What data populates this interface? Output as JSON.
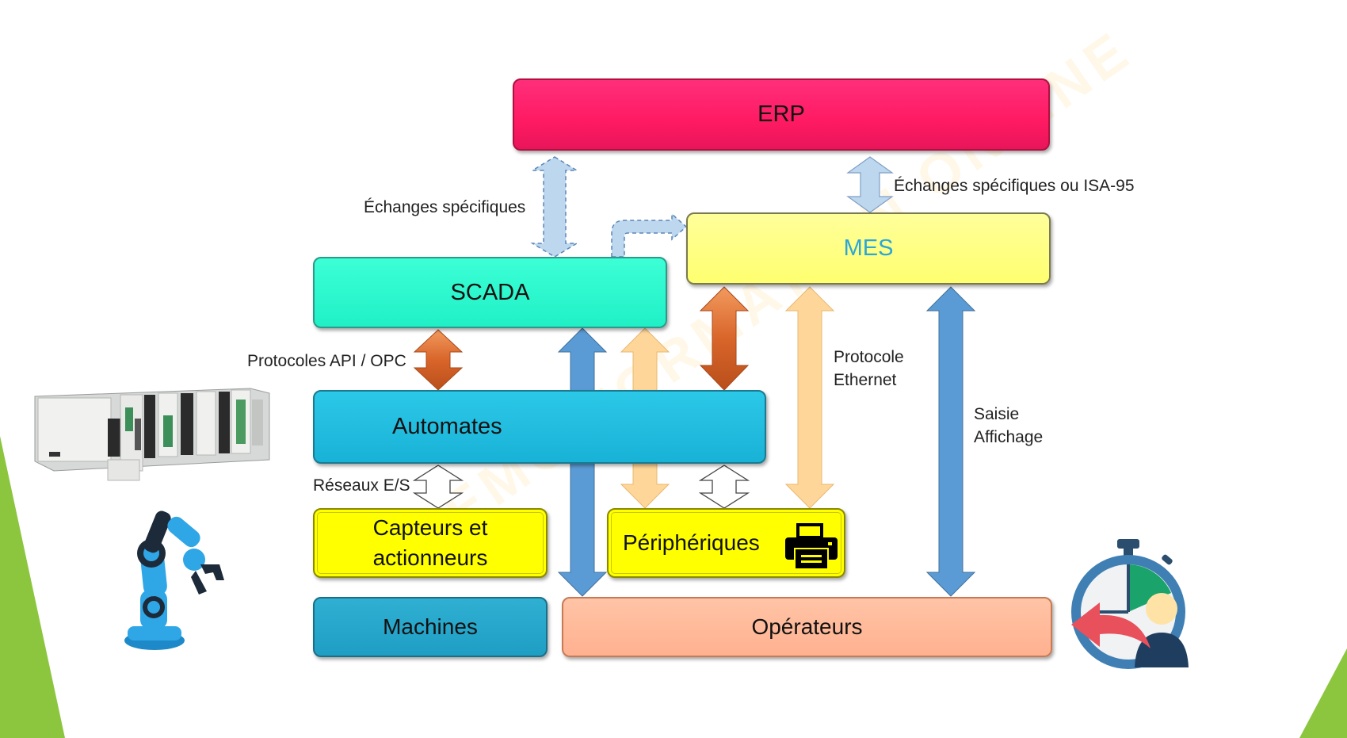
{
  "diagram": {
    "boxes": {
      "erp": "ERP",
      "mes": "MES",
      "scada": "SCADA",
      "automates": "Automates",
      "capteurs_line1": "Capteurs et",
      "capteurs_line2": "actionneurs",
      "peripheriques": "Périphériques",
      "machines": "Machines",
      "operateurs": "Opérateurs"
    },
    "labels": {
      "echanges_specifiques": "Échanges spécifiques",
      "echanges_isa95": "Échanges spécifiques ou ISA-95",
      "protocoles_api_opc": "Protocoles API / OPC",
      "protocole_ethernet": "Protocole\nEthernet",
      "saisie_affichage": "Saisie\nAffichage",
      "reseaux_es": "Réseaux E/S"
    },
    "icons": [
      "printer-icon",
      "plc-rack-image",
      "robot-arm-image",
      "stopwatch-user-icon"
    ],
    "colors": {
      "erp": "#ff1a63",
      "mes": "#ffff70",
      "scada": "#20f0c6",
      "automates": "#18b2d6",
      "capteurs": "#ffff00",
      "peripheriques": "#ffff00",
      "machines": "#1f9ec4",
      "operateurs": "#ffb190",
      "arrow_light_blue": "#bdd7ee",
      "arrow_blue": "#5b9bd5",
      "arrow_orange": "#d9652a",
      "arrow_peach": "#ffd699",
      "background_accent": "#8cc63f"
    }
  }
}
